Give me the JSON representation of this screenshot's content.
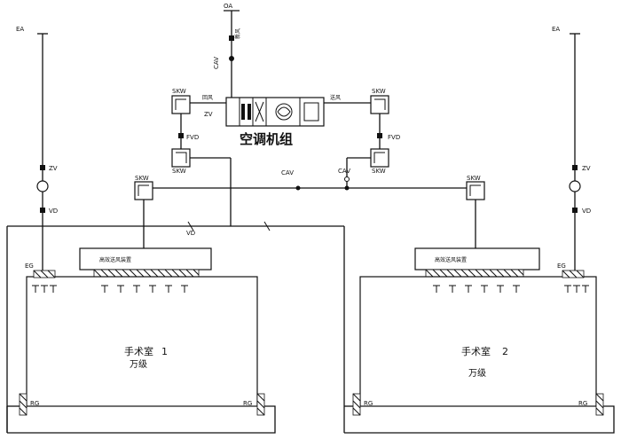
{
  "ahu": {
    "title": "空调机组",
    "return_air": "回风",
    "supply_air": "送风"
  },
  "fresh_air": {
    "label": "OA",
    "tag": "新风"
  },
  "exhaust": {
    "left": "EA",
    "right": "EA"
  },
  "components": {
    "cav": "CAV",
    "zv": "ZV",
    "vd": "VD",
    "fvd": "FVD",
    "skw": "SKW",
    "eg": "EG",
    "rg": "RG"
  },
  "rooms": [
    {
      "name": "手术室",
      "number": "1",
      "grade": "万级",
      "ceiling": "高效送风装置"
    },
    {
      "name": "手术室",
      "number": "2",
      "grade": "万级",
      "ceiling": "高效送风装置"
    }
  ]
}
